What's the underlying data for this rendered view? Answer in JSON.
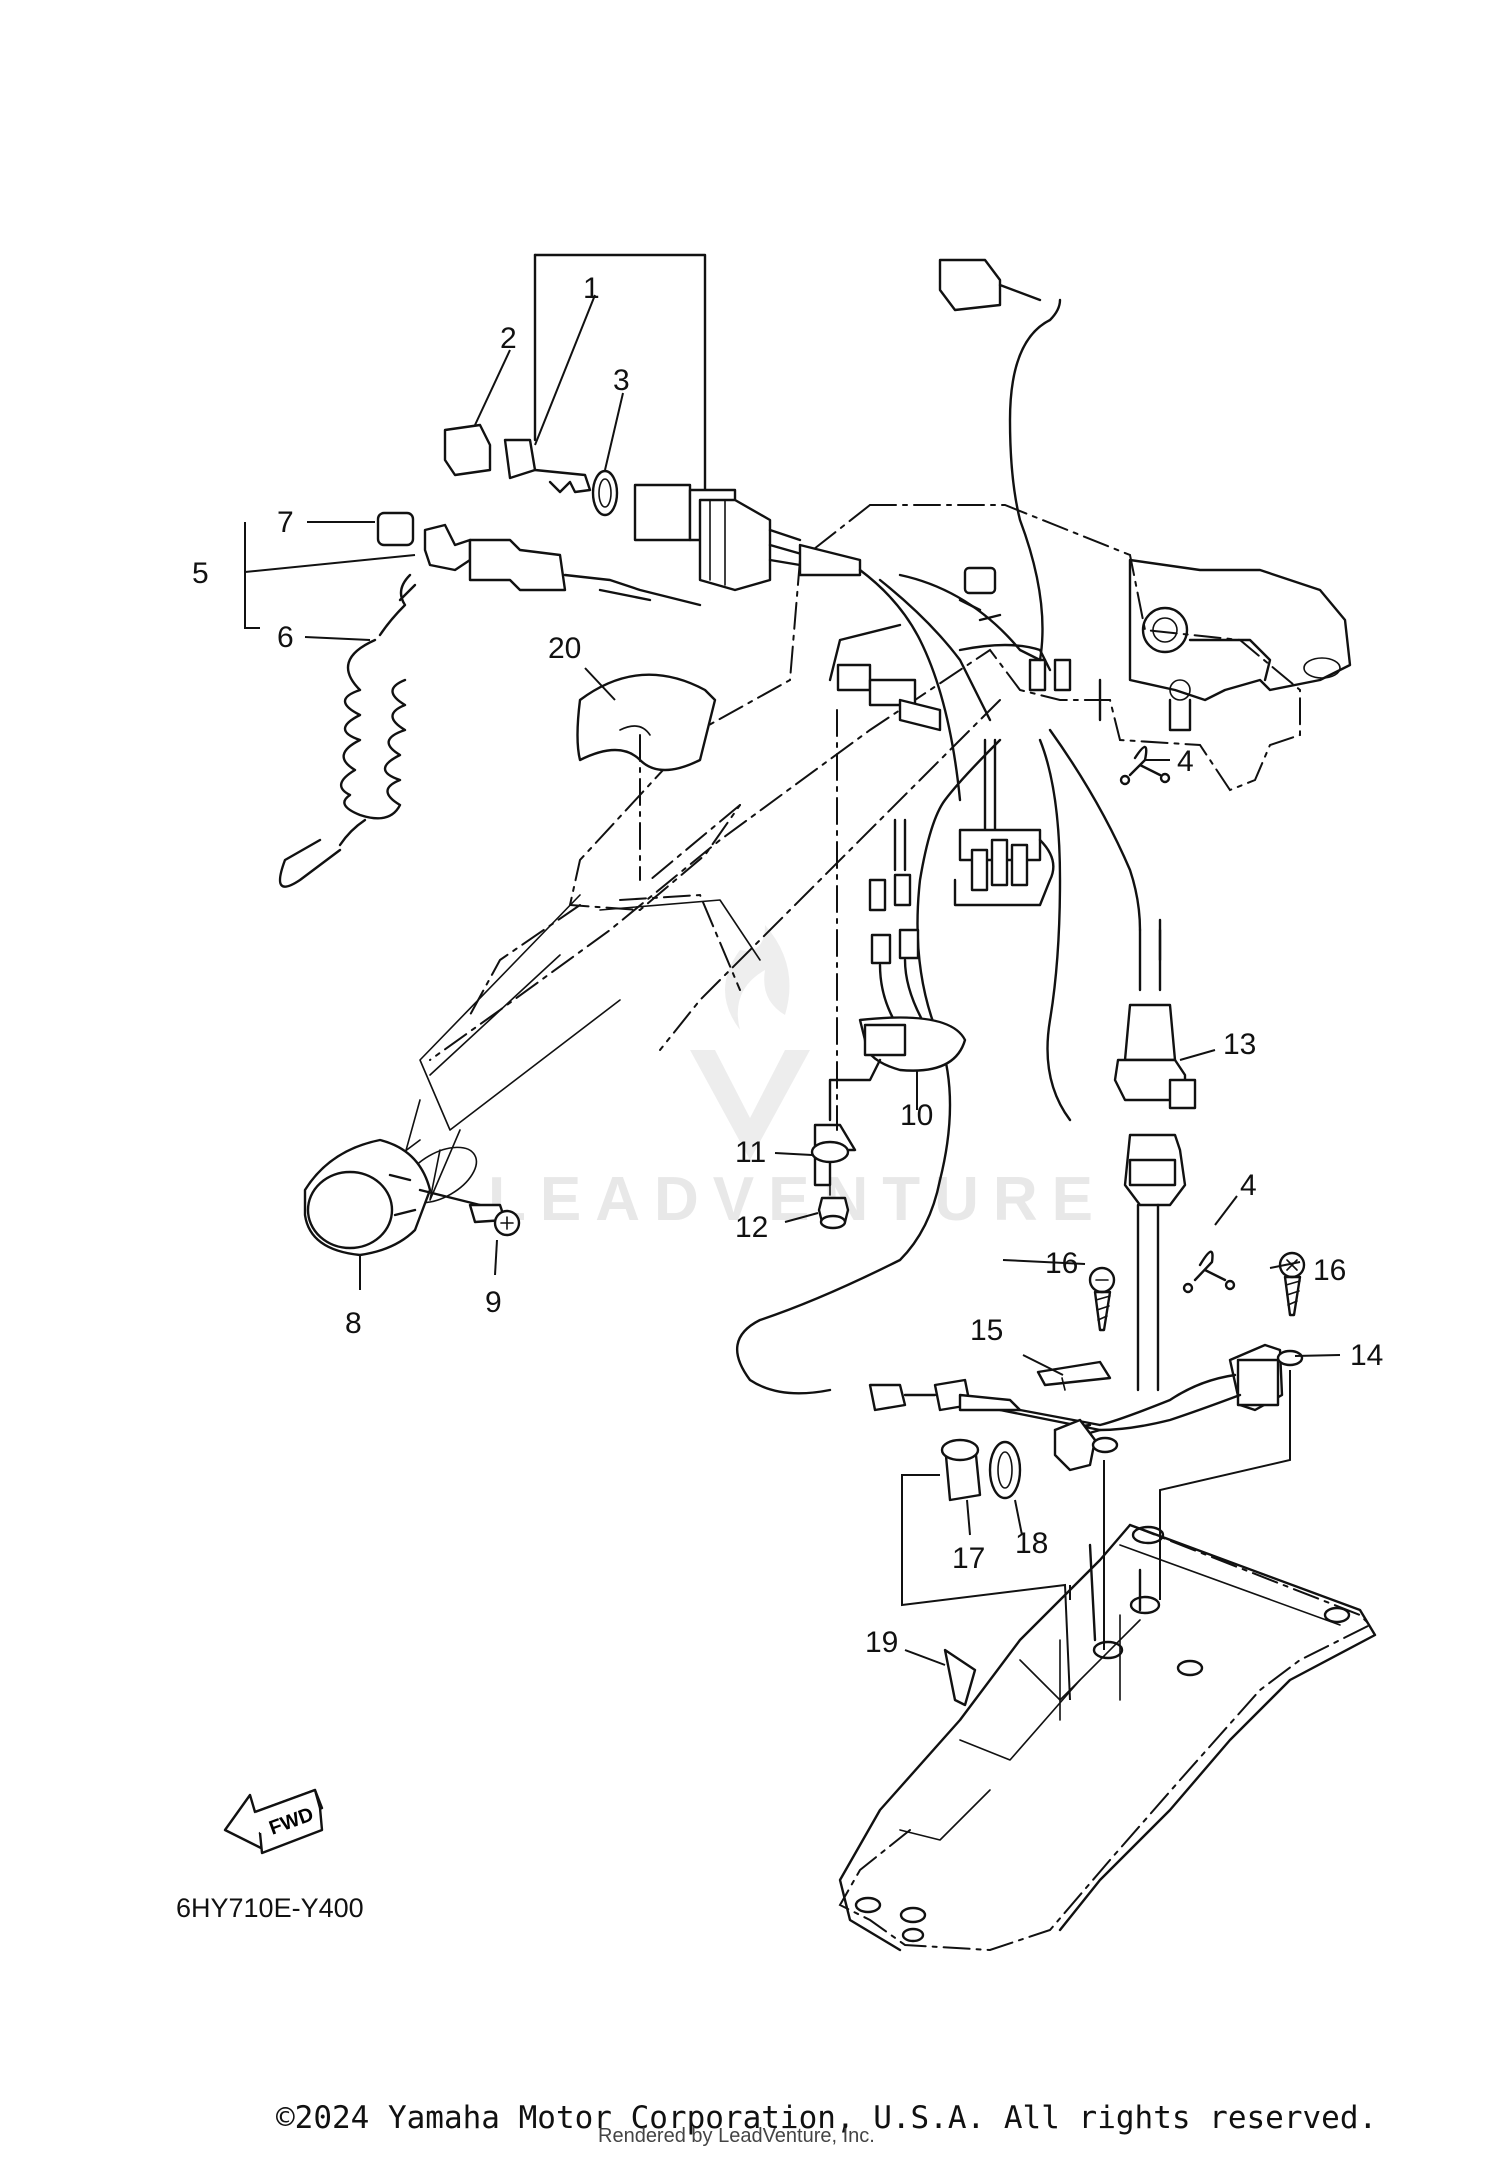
{
  "diagram_code": "6HY710E-Y400",
  "direction_label": "FWD",
  "copyright": "©2024 Yamaha Motor Corporation, U.S.A. All rights reserved.",
  "rendered_by": "Rendered by LeadVenture, Inc.",
  "watermark": "LEADVENTURE",
  "callouts": [
    "1",
    "2",
    "3",
    "4",
    "5",
    "6",
    "7",
    "8",
    "9",
    "10",
    "11",
    "12",
    "13",
    "14",
    "15",
    "16",
    "17",
    "18",
    "19",
    "20",
    "4",
    "16"
  ]
}
